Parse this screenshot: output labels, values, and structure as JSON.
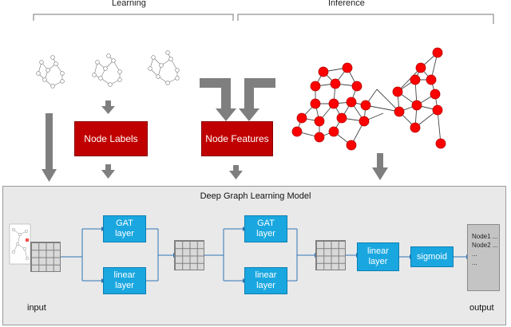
{
  "phases": {
    "learning": "Learning",
    "inference": "Inference"
  },
  "boxes": {
    "node_labels": "Node Labels",
    "node_features": "Node Features"
  },
  "model": {
    "title": "Deep Graph Learning Model",
    "gat_layer_1": [
      "GAT",
      "layer"
    ],
    "linear_layer_1": [
      "linear",
      "layer"
    ],
    "gat_layer_2": [
      "GAT",
      "layer"
    ],
    "linear_layer_2": [
      "linear",
      "layer"
    ],
    "linear_layer_3": [
      "linear",
      "layer"
    ],
    "sigmoid": "sigmoid",
    "input_label": "input",
    "output_label": "output",
    "output_lines": [
      "Node1 ...",
      "Node2 ...",
      "...",
      "..."
    ]
  },
  "colors": {
    "red_box": "#c00000",
    "blue_box": "#1aa7e0",
    "arrow_grey": "#7f7f7f",
    "node_red": "#ff0000"
  }
}
